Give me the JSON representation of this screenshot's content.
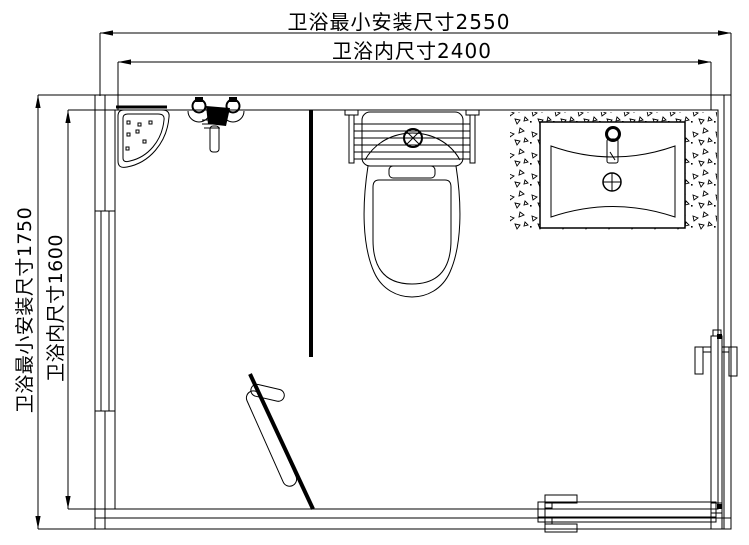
{
  "dimensions": {
    "top_outer": {
      "label": "卫浴最小安装尺寸2550",
      "value_mm": 2550
    },
    "top_inner": {
      "label": "卫浴内尺寸2400",
      "value_mm": 2400
    },
    "left_outer": {
      "label": "卫浴最小安装尺寸1750",
      "value_mm": 1750
    },
    "left_inner": {
      "label": "卫浴内尺寸1600",
      "value_mm": 1600
    }
  },
  "colors": {
    "line": "#000000",
    "background": "#ffffff"
  },
  "fixtures": [
    "corner-shelf",
    "shower-mixer",
    "shower-partition",
    "toilet",
    "towel-rack",
    "vanity-countertop",
    "sink-basin",
    "faucet",
    "drain",
    "swing-door",
    "door-handle",
    "sliding-door-panels"
  ]
}
